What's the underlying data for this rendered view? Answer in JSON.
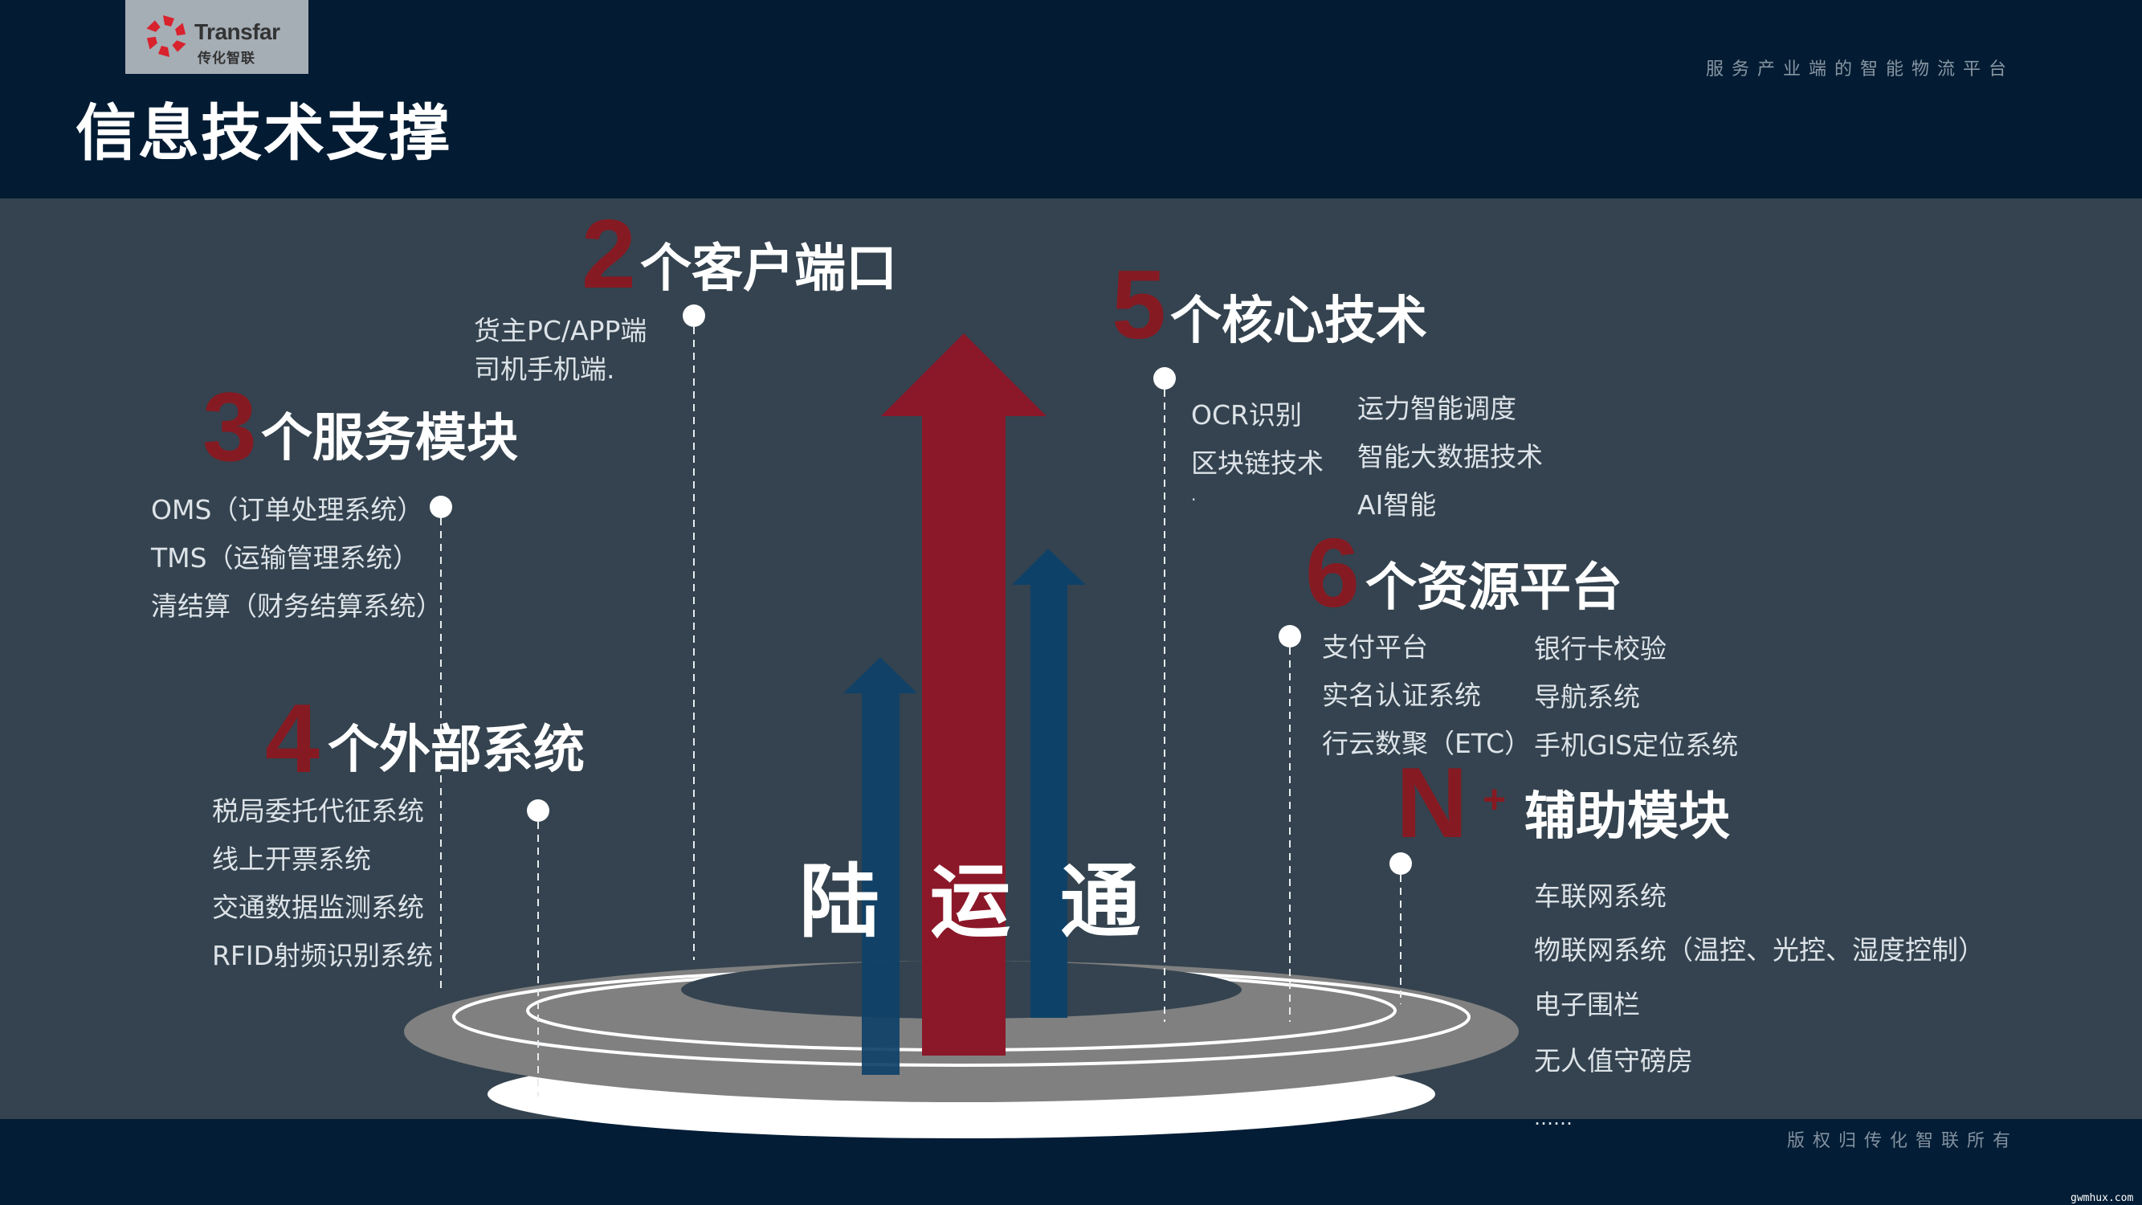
{
  "header": {
    "logo": {
      "brand_en": "Transfar",
      "brand_cn": "传化智联",
      "icon": "transfar-logo-icon"
    },
    "title": "信息技术支撑",
    "slogan": "服务产业端的智能物流平台"
  },
  "center": {
    "chars": [
      "陆",
      "运",
      "通"
    ],
    "colors": {
      "red_arrow": "#8b1829",
      "blue_arrow": "#0e4168",
      "platform_gray": "#808080",
      "platform_hole": "#34434f",
      "platform_base": "#ffffff"
    }
  },
  "sections": {
    "clients": {
      "number": "2",
      "title": "个客户端口",
      "items": [
        "货主PC/APP端",
        "司机手机端."
      ]
    },
    "services": {
      "number": "3",
      "title": "个服务模块",
      "items": [
        "OMS（订单处理系统）",
        "TMS（运输管理系统）",
        "清结算（财务结算系统）"
      ]
    },
    "external": {
      "number": "4",
      "title": "个外部系统",
      "items": [
        "税局委托代征系统",
        "线上开票系统",
        "交通数据监测系统",
        "RFID射频识别系统"
      ]
    },
    "core_tech": {
      "number": "5",
      "title": "个核心技术",
      "items_col1": [
        "OCR识别",
        "区块链技术",
        "."
      ],
      "items_col2": [
        "运力智能调度",
        "智能大数据技术",
        "AI智能"
      ]
    },
    "resources": {
      "number": "6",
      "title": "个资源平台",
      "items_col1": [
        "支付平台",
        "实名认证系统",
        "行云数聚（ETC）"
      ],
      "items_col2": [
        "银行卡校验",
        "导航系统",
        "手机GIS定位系统"
      ]
    },
    "auxiliary": {
      "number": "N",
      "plus": "+",
      "title": "辅助模块",
      "items": [
        "车联网系统",
        "物联网系统（温控、光控、湿度控制）",
        "电子围栏",
        "无人值守磅房",
        "……"
      ]
    }
  },
  "footer": {
    "copyright": "版权归传化智联所有",
    "watermark": "gwmhux.com"
  },
  "theme": {
    "accent_red": "#861a22",
    "header_bg": "#031c33",
    "body_bg": "#34434f",
    "text_light": "#dde3e8"
  }
}
